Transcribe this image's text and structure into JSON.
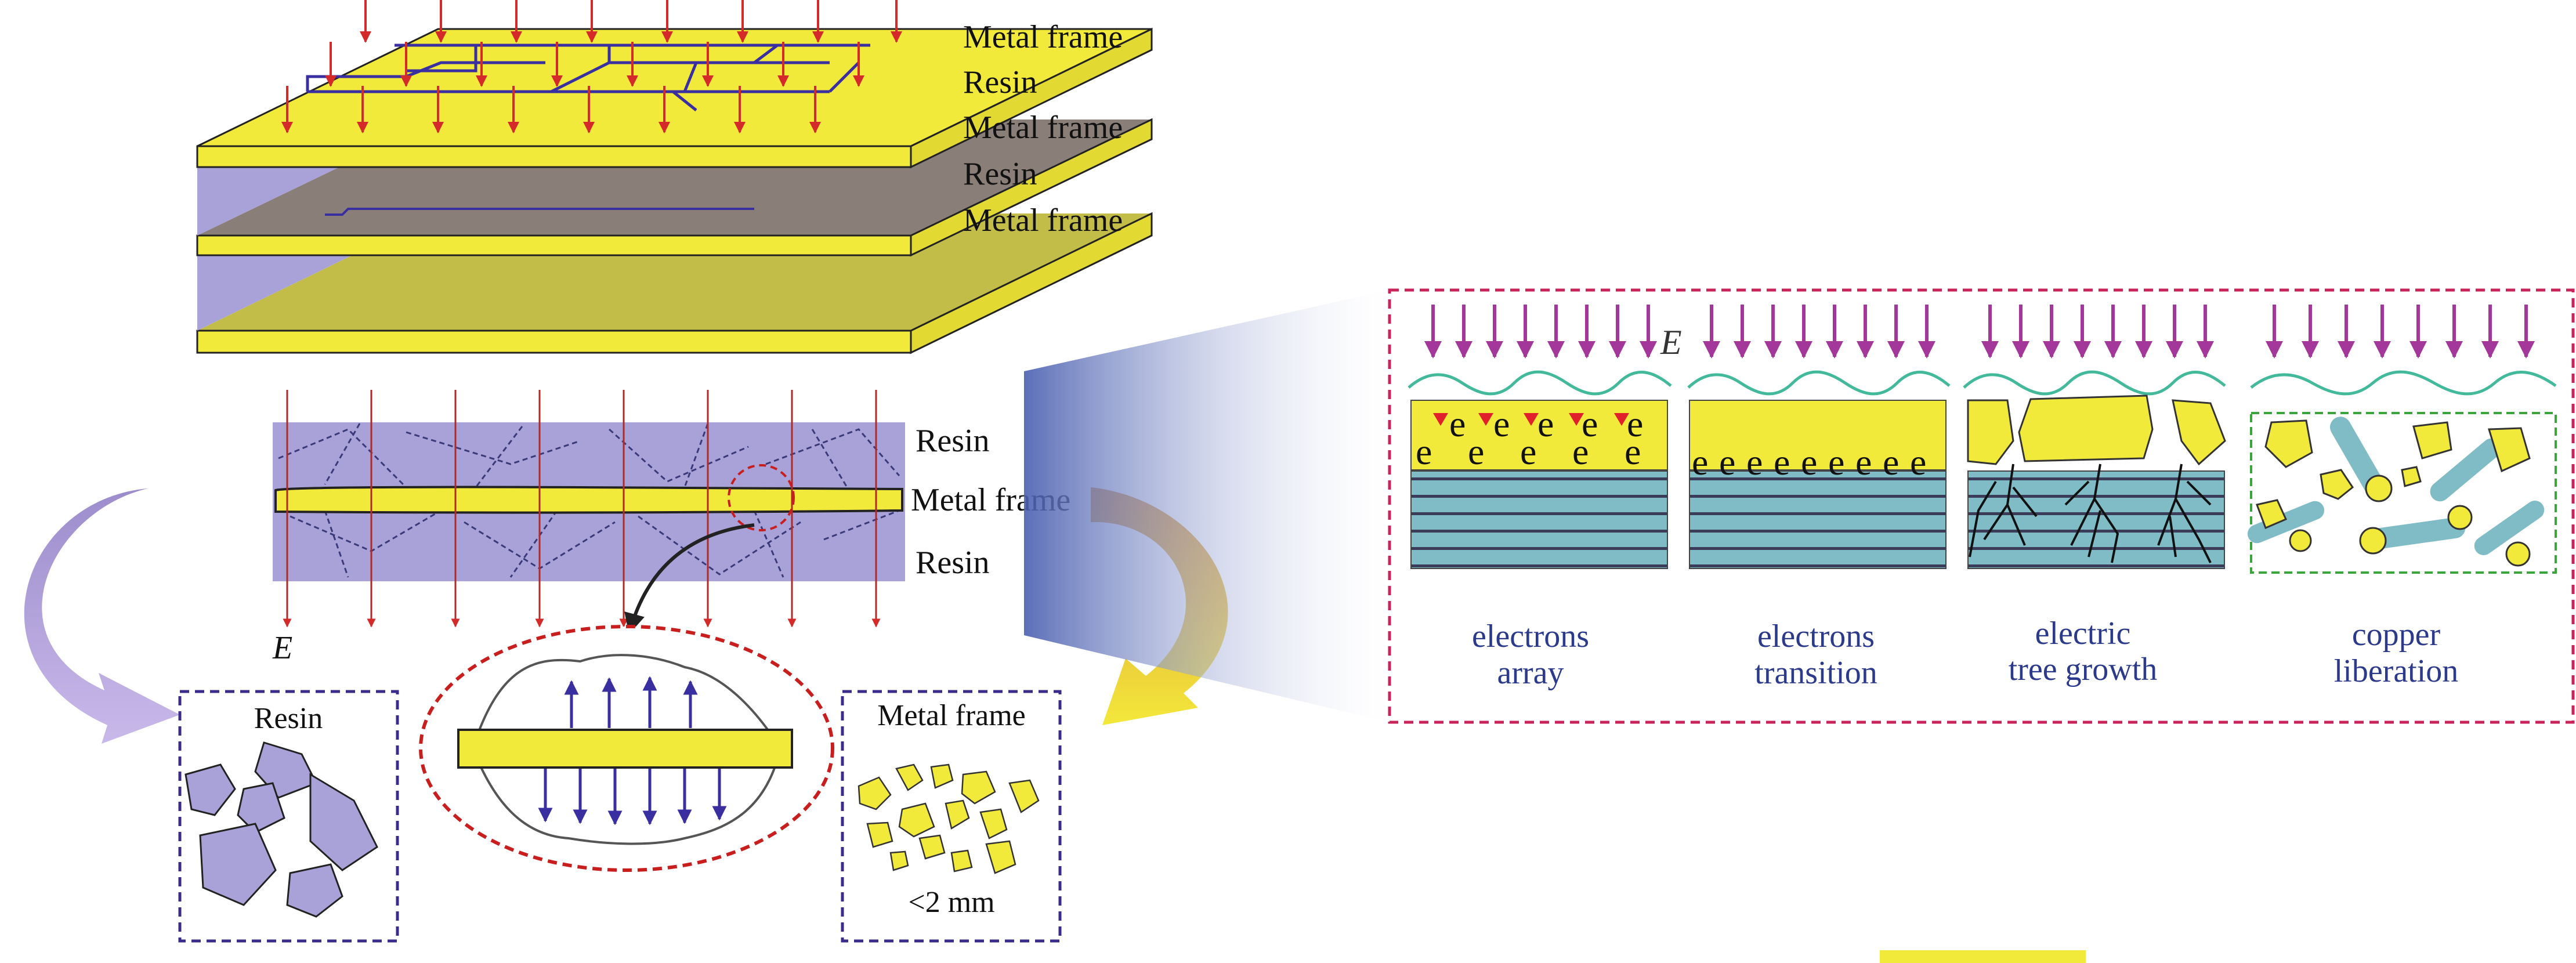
{
  "stack_labels": [
    "Metal frame",
    "Resin",
    "Metal frame",
    "Resin",
    "Metal frame"
  ],
  "cross_section": {
    "resin_top": "Resin",
    "metal_frame": "Metal frame",
    "resin_bottom": "Resin",
    "field_symbol": "E"
  },
  "products": {
    "resin_label": "Resin",
    "metal_label": "Metal frame",
    "size_note": "<2 mm"
  },
  "mechanism": {
    "field_symbol": "E",
    "electron_glyph": "e",
    "stages": [
      {
        "line1": "electrons",
        "line2": "array"
      },
      {
        "line1": "electrons",
        "line2": "transition"
      },
      {
        "line1": "electric",
        "line2": "tree growth"
      },
      {
        "line1": "copper",
        "line2": "liberation"
      }
    ]
  },
  "colors": {
    "metal": "#f2ea3a",
    "resin": "#a8a2d8",
    "field_arrow": "#d42a2a",
    "mech_arrow": "#a4379a",
    "wave": "#41b99a",
    "layered": "#7fbcc6",
    "frame_red": "#c8245a",
    "label_blue": "#2b3a8a"
  }
}
